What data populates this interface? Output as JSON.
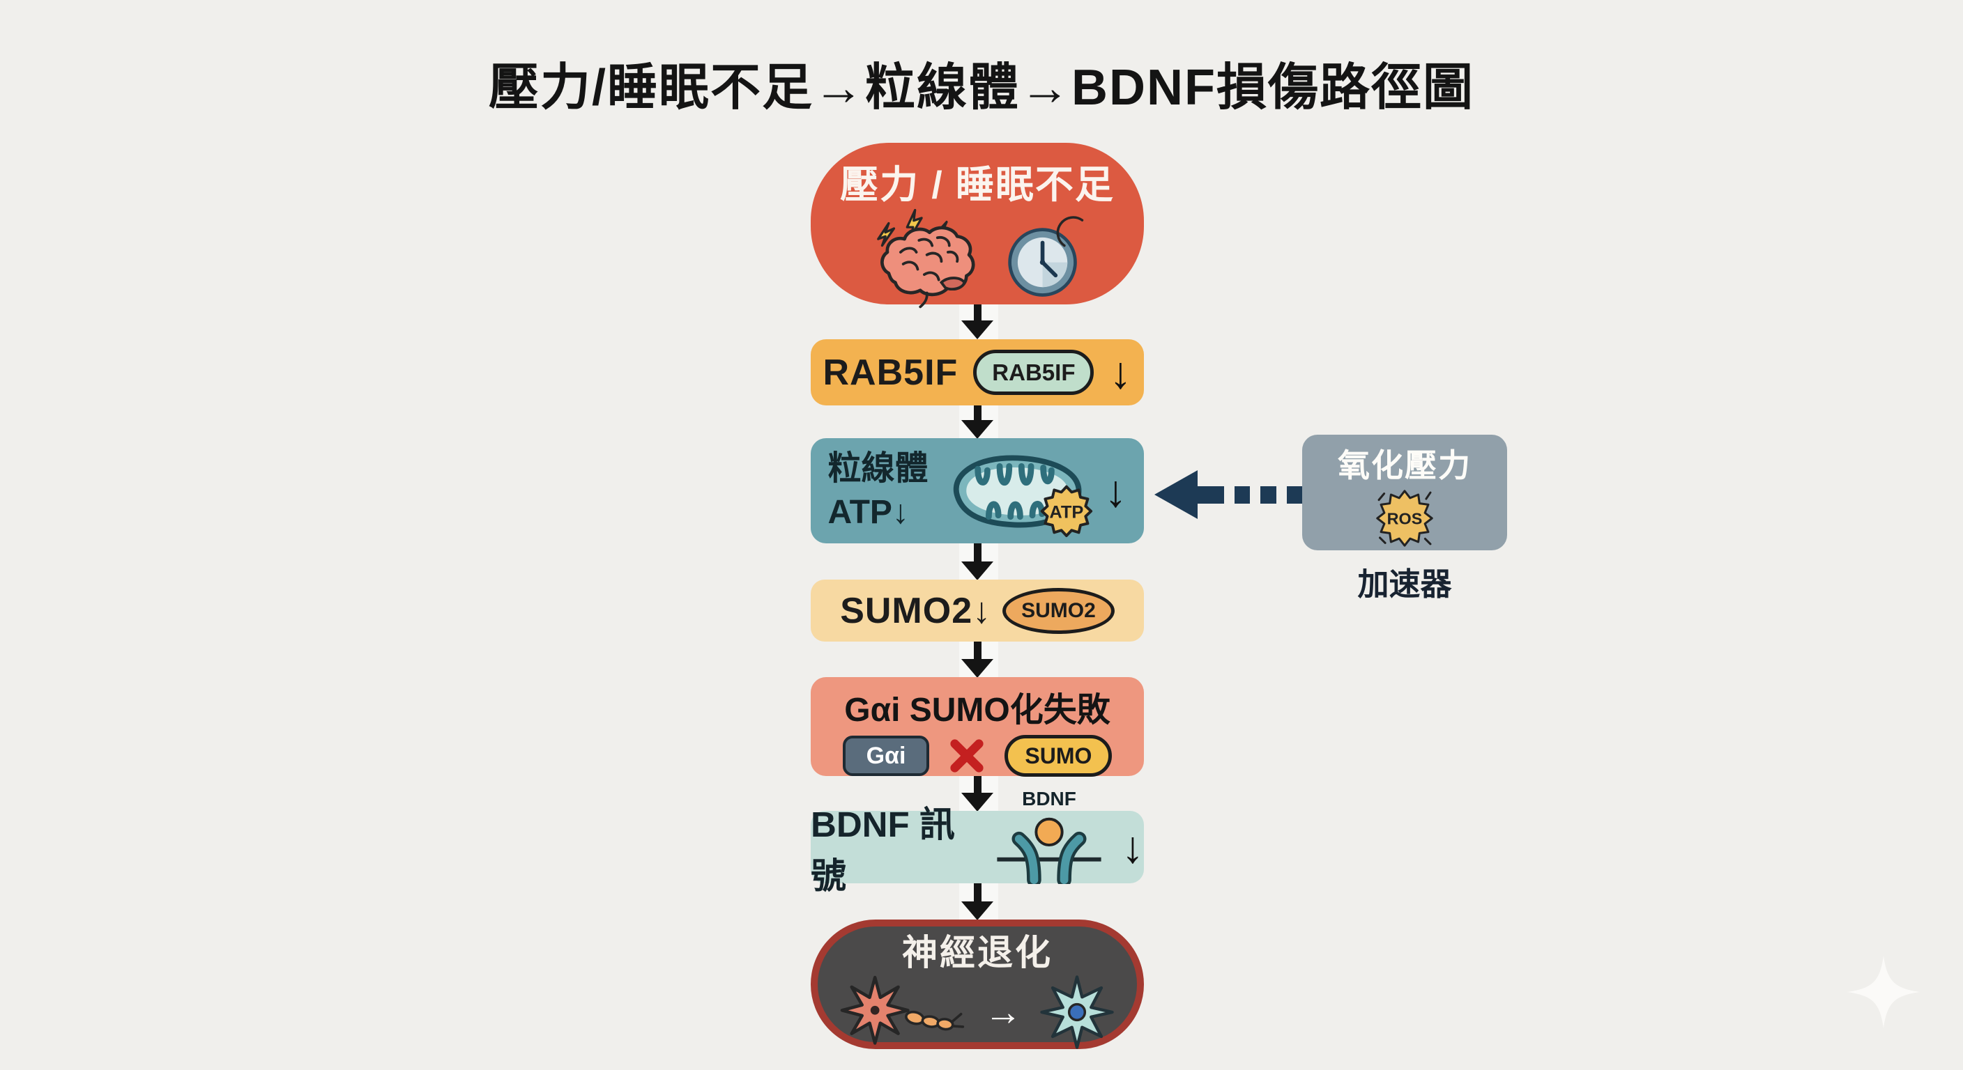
{
  "title": "壓力/睡眠不足→粒線體→BDNF損傷路徑圖",
  "nodes": {
    "stress": {
      "label": "壓力 / 睡眠不足"
    },
    "rab5if": {
      "label": "RAB5IF",
      "pill": "RAB5IF",
      "down_arrow": "↓"
    },
    "mito": {
      "line1": "粒線體",
      "line2": "ATP↓",
      "atp_badge": "ATP",
      "down_arrow": "↓"
    },
    "oxidative": {
      "label": "氧化壓力",
      "ros_badge": "ROS",
      "caption": "加速器"
    },
    "sumo2": {
      "label": "SUMO2↓",
      "pill": "SUMO2"
    },
    "gai": {
      "label": "Gαi SUMO化失敗",
      "gai_tag": "Gαi",
      "sumo_pill": "SUMO"
    },
    "bdnf": {
      "label": "BDNF 訊號",
      "receptor_label": "BDNF",
      "down_arrow": "↓"
    },
    "neuro": {
      "label": "神經退化",
      "transition_arrow": "→"
    }
  },
  "colors": {
    "background": "#f0efec",
    "stress_box": "#dc5a41",
    "rab5if_box": "#f3b250",
    "mito_box": "#6ca4ae",
    "oxidative_box": "#91a0aa",
    "sumo2_box": "#f7d9a2",
    "gai_box": "#ee977f",
    "bdnf_box": "#c3ded8",
    "neuro_box": "#4b4a4a",
    "neuro_border": "#a43a31",
    "dashed_arrow": "#1d3a55",
    "connector": "#141414",
    "cross": "#c42020"
  }
}
